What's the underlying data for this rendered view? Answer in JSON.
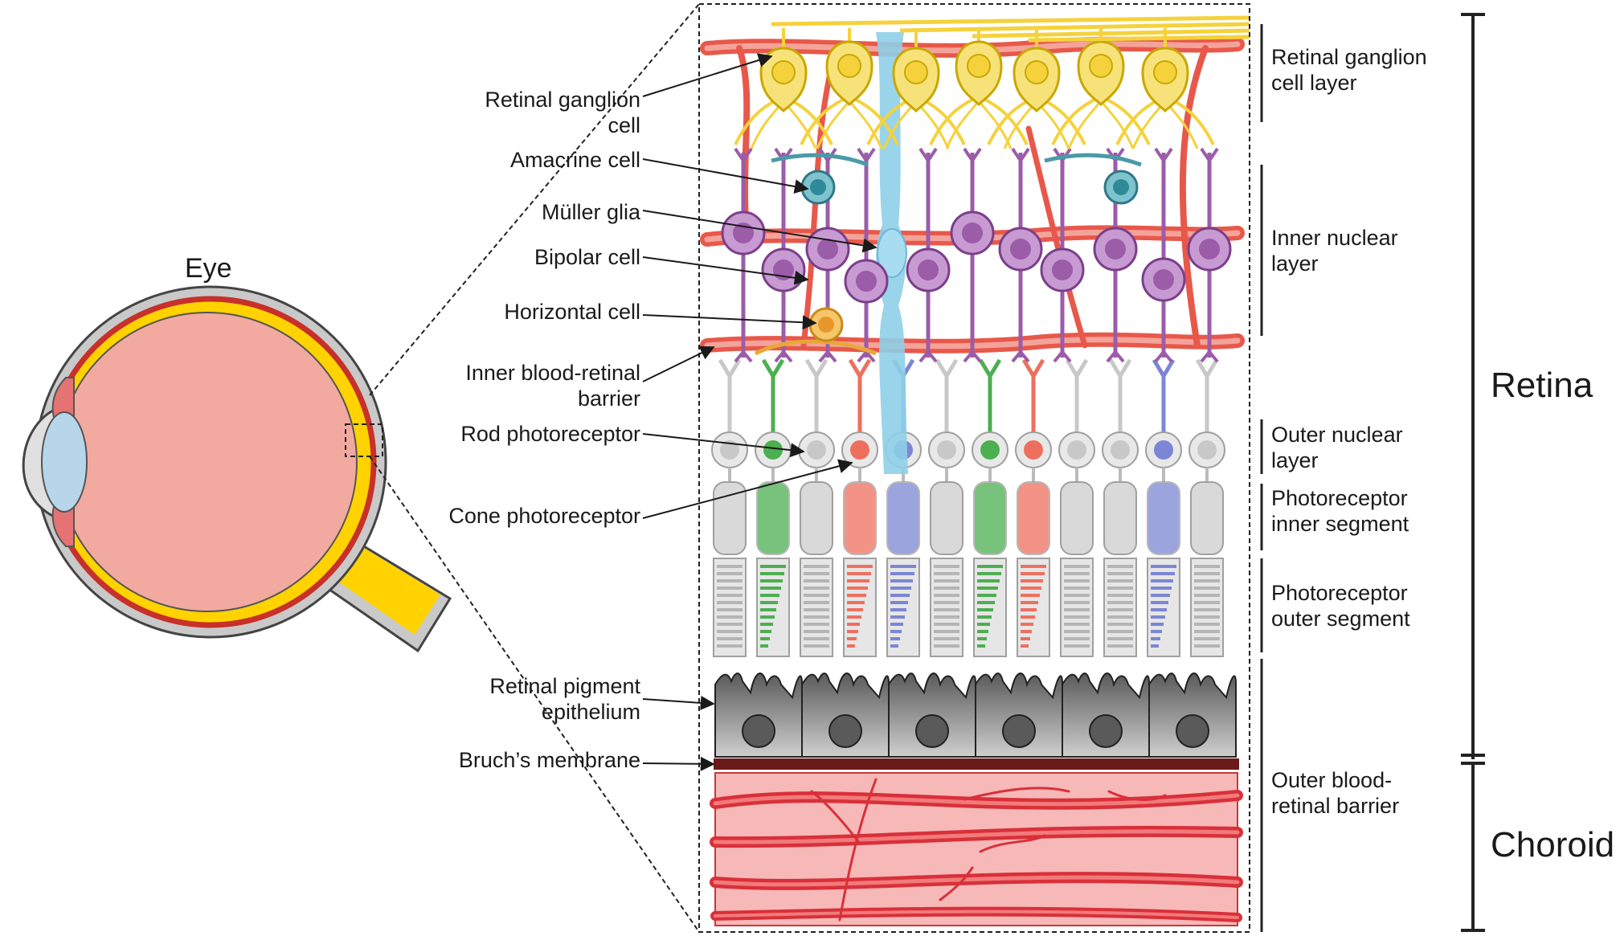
{
  "eye": {
    "title": "Eye"
  },
  "left_labels": [
    {
      "l1": "Retinal ganglion",
      "l2": "cell"
    },
    {
      "l1": "Amacrine cell",
      "l2": ""
    },
    {
      "l1": "Müller glia",
      "l2": ""
    },
    {
      "l1": "Bipolar cell",
      "l2": ""
    },
    {
      "l1": "Horizontal cell",
      "l2": ""
    },
    {
      "l1": "Inner blood-retinal",
      "l2": "barrier"
    },
    {
      "l1": "Rod photoreceptor",
      "l2": ""
    },
    {
      "l1": "Cone photoreceptor",
      "l2": ""
    },
    {
      "l1": "Retinal pigment",
      "l2": "epithelium"
    },
    {
      "l1": "Bruch’s membrane",
      "l2": ""
    }
  ],
  "right_labels": [
    {
      "l1": "Retinal ganglion",
      "l2": "cell layer"
    },
    {
      "l1": "Inner nuclear",
      "l2": "layer"
    },
    {
      "l1": "Outer nuclear",
      "l2": "layer"
    },
    {
      "l1": "Photoreceptor",
      "l2": "inner segment"
    },
    {
      "l1": "Photoreceptor",
      "l2": "outer segment"
    },
    {
      "l1": "Outer blood-",
      "l2": "retinal barrier"
    }
  ],
  "regions": {
    "retina": "Retina",
    "choroid": "Choroid"
  },
  "colors": {
    "ganglion": "#f5d23c",
    "amacrine": "#4a9aa8",
    "muller": "#8ecfe8",
    "bipolar": "#9b5ca8",
    "horizontal": "#e8a838",
    "vessel": "#e8584a",
    "rod": "#c8c8c8",
    "cone_green": "#4caf50",
    "cone_red": "#ef6f5e",
    "cone_blue": "#7c86d4",
    "rpe": "#6e6e6e",
    "bruch": "#6b1a1a",
    "choroid_bg": "#f7b8b8",
    "lens": "#b7d6ea",
    "eye_interior": "#f2a9a0",
    "optic_yellow": "#ffd200",
    "sclera": "#c9c9c9"
  }
}
